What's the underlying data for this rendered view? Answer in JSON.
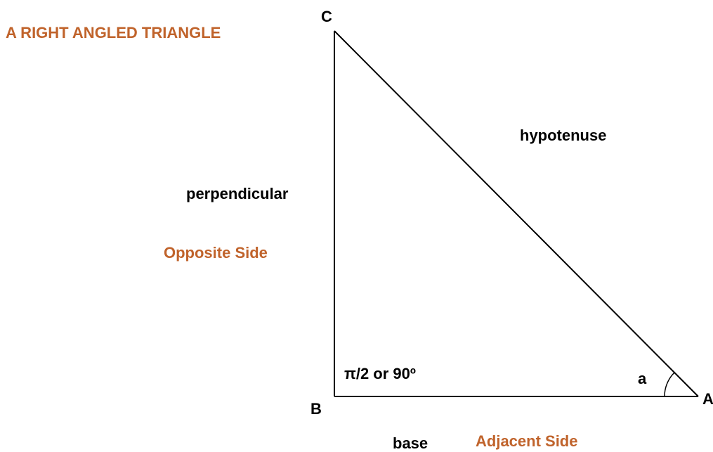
{
  "title": "A RIGHT ANGLED TRIANGLE",
  "vertices": {
    "a": "A",
    "b": "B",
    "c": "C"
  },
  "sides": {
    "hypotenuse": "hypotenuse",
    "perpendicular": "perpendicular",
    "opposite": "Opposite Side",
    "base": "base",
    "adjacent": "Adjacent Side"
  },
  "angles": {
    "right_angle": "π/2 or 90º",
    "angle_a": "a"
  },
  "colors": {
    "accent": "#c0632b",
    "line": "#000000",
    "text": "#000000",
    "background": "#ffffff"
  }
}
